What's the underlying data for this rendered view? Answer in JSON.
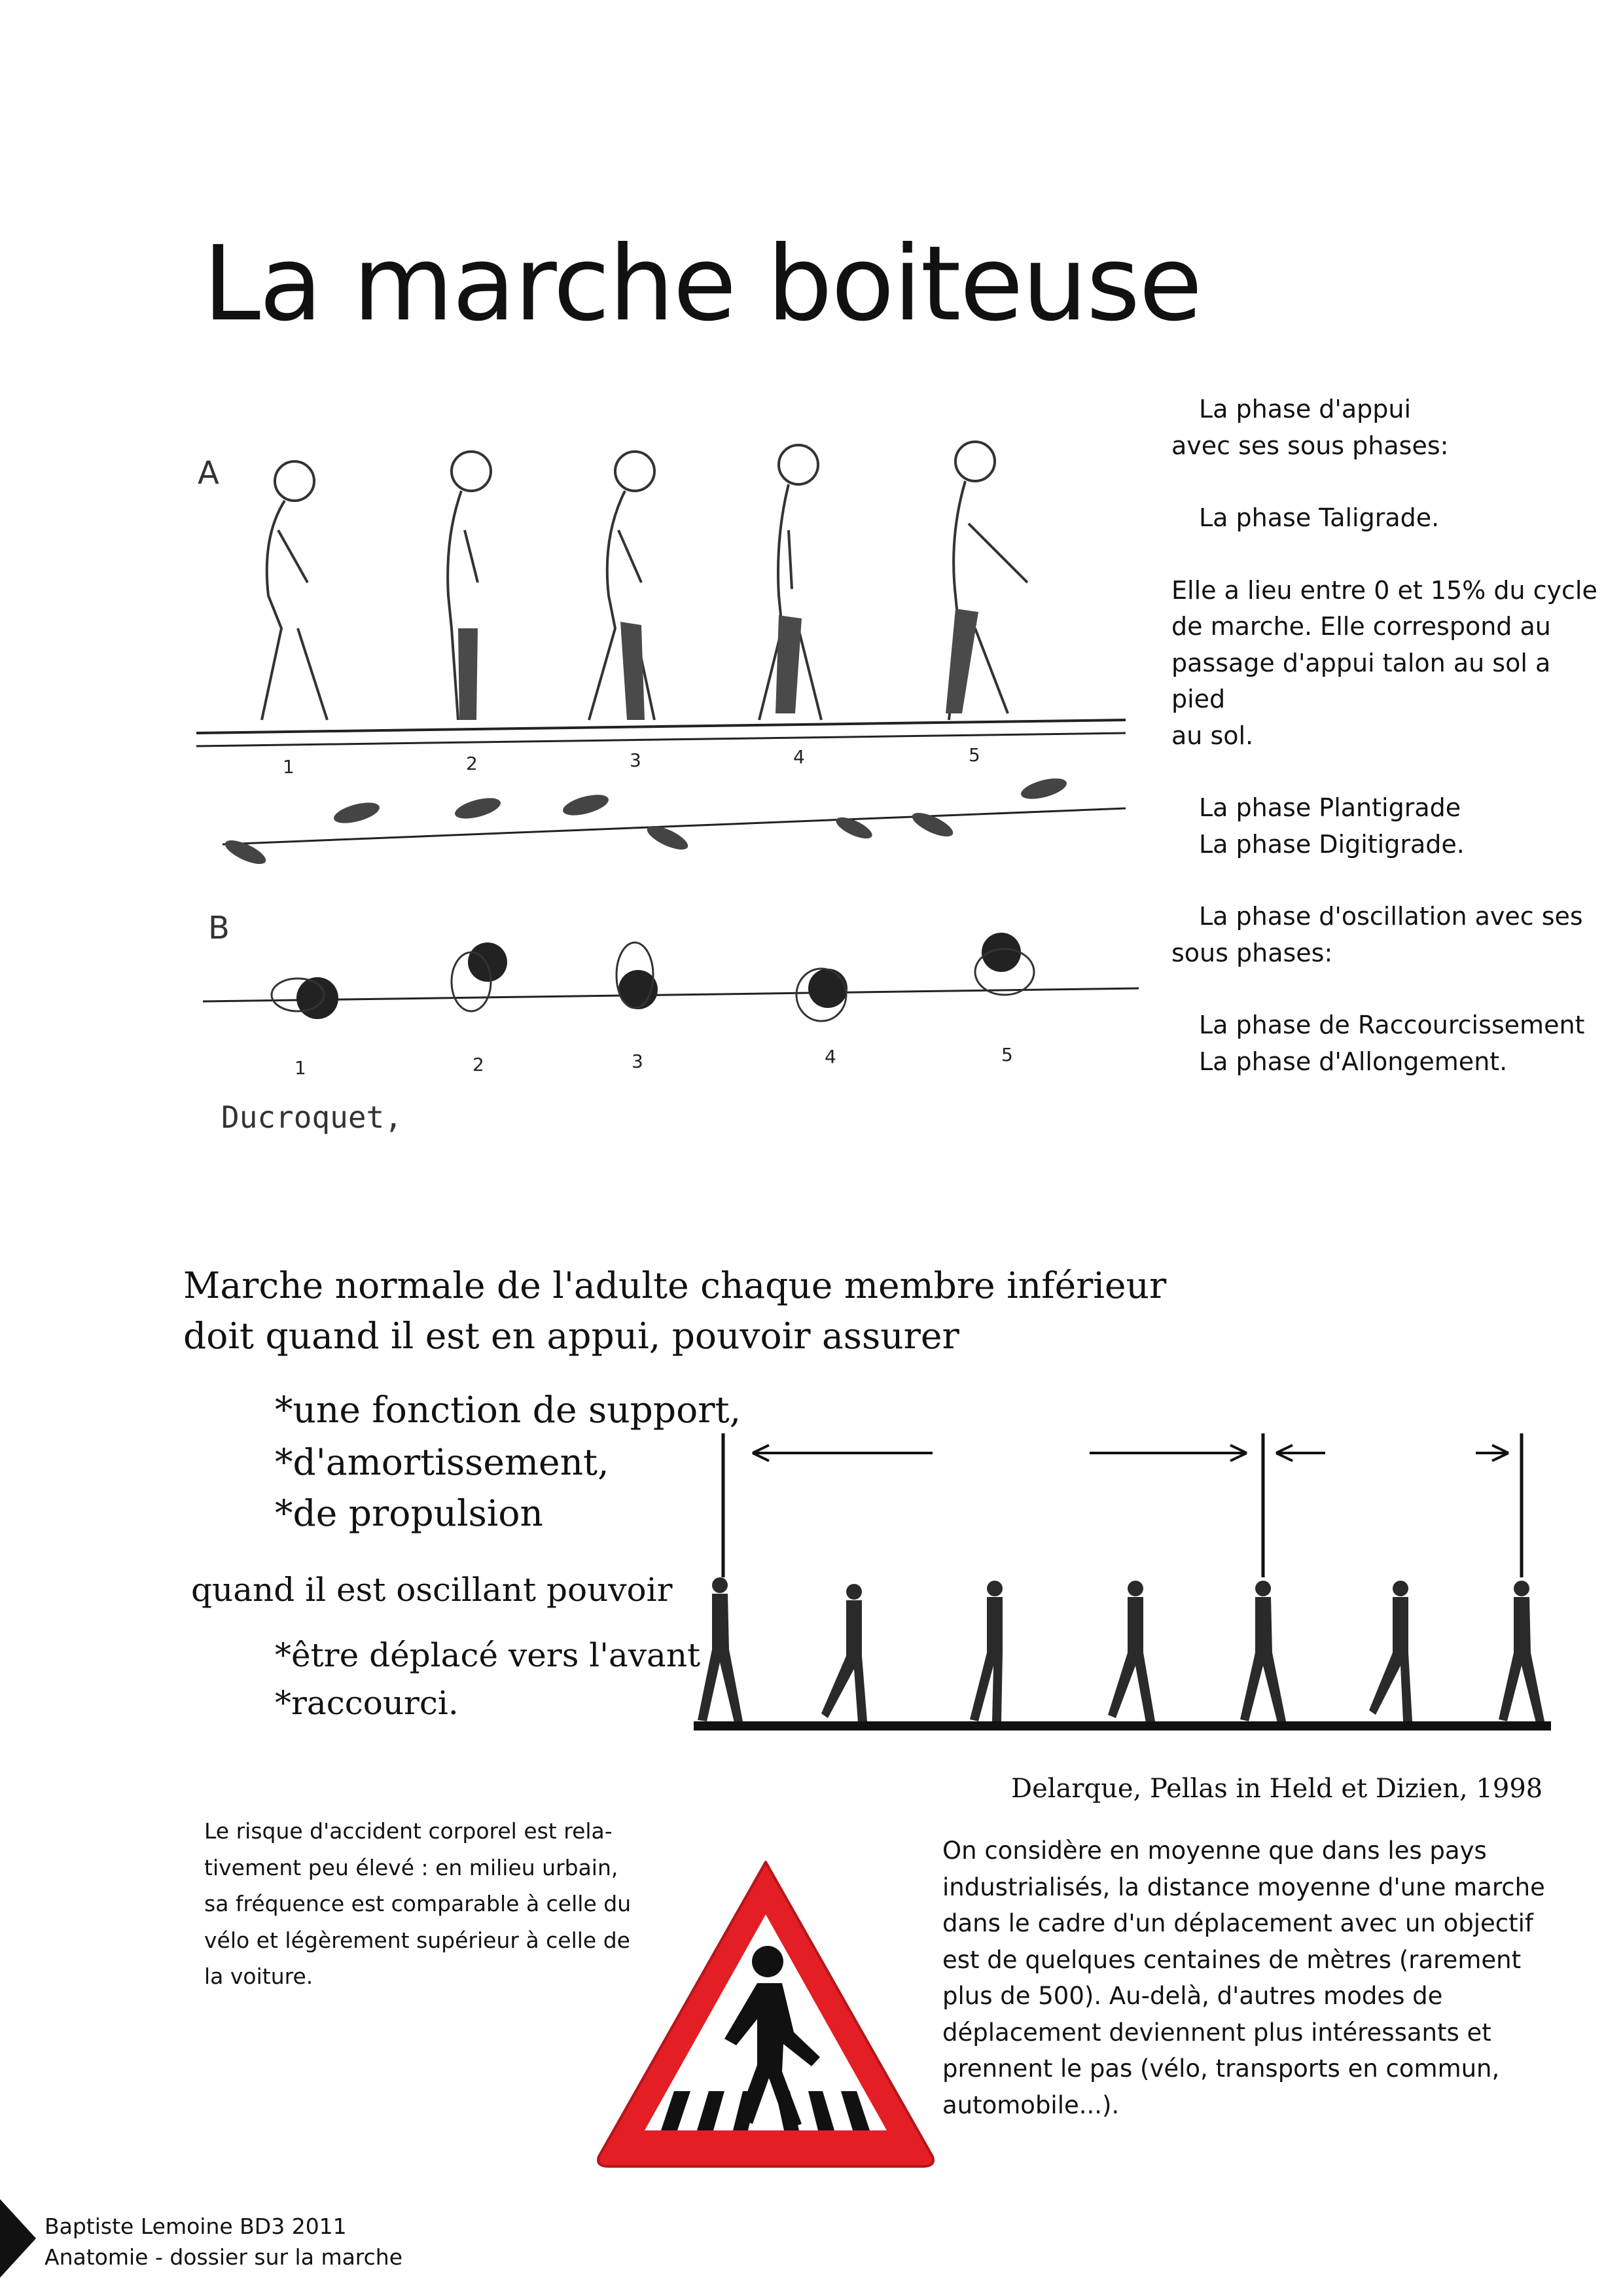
{
  "title": "La marche boiteuse",
  "figure_top": {
    "label_a": "A",
    "label_b": "B",
    "numbers_a": [
      "1",
      "2",
      "3",
      "4",
      "5"
    ],
    "numbers_b": [
      "1",
      "2",
      "3",
      "4",
      "5"
    ],
    "caption": "Ducroquet,"
  },
  "side_text": {
    "l1": "La phase d'appui",
    "l2": "avec ses sous phases:",
    "l3": "La phase Taligrade.",
    "l4": "Elle a lieu entre 0 et 15% du cycle",
    "l5": "de marche. Elle correspond au",
    "l6": "passage d'appui talon au sol a pied",
    "l7": "au sol.",
    "l8": "La phase Plantigrade",
    "l9": "La phase Digitigrade.",
    "l10": "La phase d'oscillation avec ses",
    "l11": "sous phases:",
    "l12": "La phase de Raccourcissement",
    "l13": "La phase d'Allongement."
  },
  "normal_walk": {
    "intro1": "Marche normale de l'adulte chaque membre inférieur",
    "intro2": "doit  quand il est en appui,  pouvoir assurer",
    "b1": "*une fonction de support,",
    "b2": "*d'amortissement,",
    "b3": "*de propulsion",
    "oscillant": "quand il est oscillant  pouvoir",
    "b4": "*être déplacé vers l'avant",
    "b5": "*raccourci."
  },
  "figure_bottom": {
    "caption": "Delarque, Pellas in Held et Dizien, 1998"
  },
  "risk_paragraph": {
    "l1": "Le risque d'accident corporel est rela-",
    "l2": "tivement peu élevé : en milieu urbain,",
    "l3": "sa fréquence est comparable à celle du",
    "l4": "vélo et légèrement supérieur à celle de",
    "l5": "la voiture."
  },
  "distance_paragraph": {
    "l1": "On considère en moyenne que dans les pays",
    "l2": "industrialisés, la distance moyenne d'une marche",
    "l3": "dans le cadre d'un déplacement avec un objectif",
    "l4": "est de quelques centaines de mètres (rarement",
    "l5": "plus de 500). Au-delà, d'autres modes de",
    "l6": "déplacement deviennent plus intéressants et",
    "l7": "prennent le pas (vélo, transports en commun,",
    "l8": "automobile...)."
  },
  "footer": {
    "l1": "Baptiste Lemoine BD3 2011",
    "l2": "Anatomie - dossier sur la marche"
  },
  "colors": {
    "sign_red": "#e31e24",
    "ink": "#111111",
    "figure_dark": "#3a3a3a"
  },
  "icons": [
    "pedestrian-crossing-sign-icon",
    "footer-triangle-icon"
  ]
}
